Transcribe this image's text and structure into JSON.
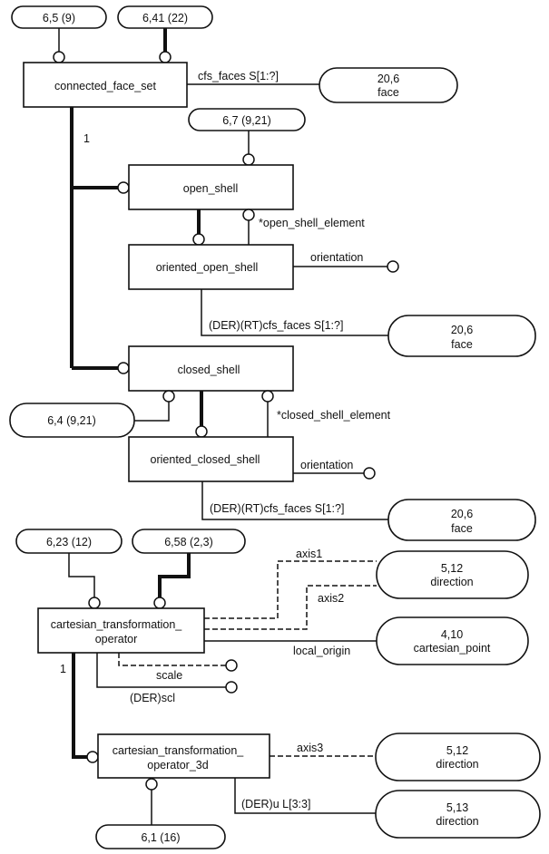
{
  "diagram": {
    "type": "EXPRESS-G",
    "entities": {
      "connected_face_set": "connected_face_set",
      "open_shell": "open_shell",
      "oriented_open_shell": "oriented_open_shell",
      "closed_shell": "closed_shell",
      "oriented_closed_shell": "oriented_closed_shell",
      "cto_line1": "cartesian_transformation_",
      "cto_line2": "operator",
      "cto3d_line1": "cartesian_transformation_",
      "cto3d_line2": "operator_3d"
    },
    "page_refs": {
      "r_6_5": "6,5 (9)",
      "r_6_41": "6,41 (22)",
      "r_6_7": "6,7 (9,21)",
      "r_6_4": "6,4 (9,21)",
      "r_6_23": "6,23 (12)",
      "r_6_58": "6,58 (2,3)",
      "r_6_1": "6,1 (16)"
    },
    "refs": {
      "face1": {
        "num": "20,6",
        "name": "face"
      },
      "face2": {
        "num": "20,6",
        "name": "face"
      },
      "face3": {
        "num": "20,6",
        "name": "face"
      },
      "dir1": {
        "num": "5,12",
        "name": "direction"
      },
      "cpoint": {
        "num": "4,10",
        "name": "cartesian_point"
      },
      "dir2": {
        "num": "5,12",
        "name": "direction"
      },
      "dir3": {
        "num": "5,13",
        "name": "direction"
      }
    },
    "attributes": {
      "cfs_faces": "cfs_faces S[1:?]",
      "open_shell_element": "*open_shell_element",
      "orientation1": "orientation",
      "der_cfs_faces1": "(DER)(RT)cfs_faces S[1:?]",
      "closed_shell_element": "*closed_shell_element",
      "orientation2": "orientation",
      "der_cfs_faces2": "(DER)(RT)cfs_faces S[1:?]",
      "axis1": "axis1",
      "axis2": "axis2",
      "local_origin": "local_origin",
      "scale": "scale",
      "der_scl": "(DER)scl",
      "axis3": "axis3",
      "der_u": "(DER)u L[3:3]"
    },
    "cardinality": {
      "one_a": "1",
      "one_b": "1"
    }
  }
}
